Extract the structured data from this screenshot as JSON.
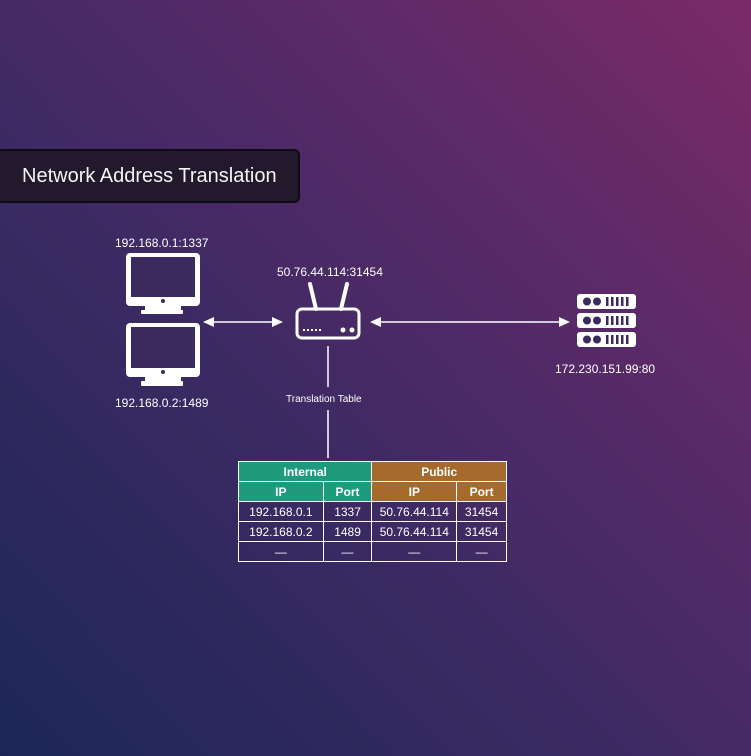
{
  "title": "Network Address Translation",
  "hosts": [
    {
      "label": "192.168.0.1:1337"
    },
    {
      "label": "192.168.0.2:1489"
    }
  ],
  "router": {
    "label": "50.76.44.114:31454"
  },
  "server": {
    "label": "172.230.151.99:80"
  },
  "translation_table": {
    "caption": "Translation Table",
    "groups": [
      "Internal",
      "Public"
    ],
    "columns": [
      "IP",
      "Port",
      "IP",
      "Port"
    ],
    "rows": [
      [
        "192.168.0.1",
        "1337",
        "50.76.44.114",
        "31454"
      ],
      [
        "192.168.0.2",
        "1489",
        "50.76.44.114",
        "31454"
      ],
      [
        "—",
        "—",
        "—",
        "—"
      ]
    ]
  },
  "colors": {
    "internal_header": "#1d9b7c",
    "public_header": "#a66a2d"
  }
}
